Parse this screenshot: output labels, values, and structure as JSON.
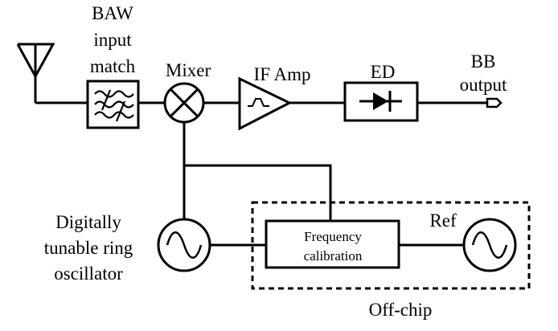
{
  "labels": {
    "baw_line1": "BAW",
    "baw_line2": "input",
    "baw_line3": "match",
    "mixer": "Mixer",
    "if_amp": "IF Amp",
    "ed": "ED",
    "bb_line1": "BB",
    "bb_line2": "output",
    "osc_line1": "Digitally",
    "osc_line2": "tunable ring",
    "osc_line3": "oscillator",
    "fcal_line1": "Frequency",
    "fcal_line2": "calibration",
    "ref": "Ref",
    "offchip": "Off-chip"
  },
  "icons": [
    "antenna-icon",
    "baw-filter-icon",
    "mixer-icon",
    "amplifier-icon",
    "diode-icon",
    "sine-source-icon",
    "output-terminal-icon"
  ],
  "colors": {
    "line": "#000000",
    "background": "#ffffff"
  }
}
